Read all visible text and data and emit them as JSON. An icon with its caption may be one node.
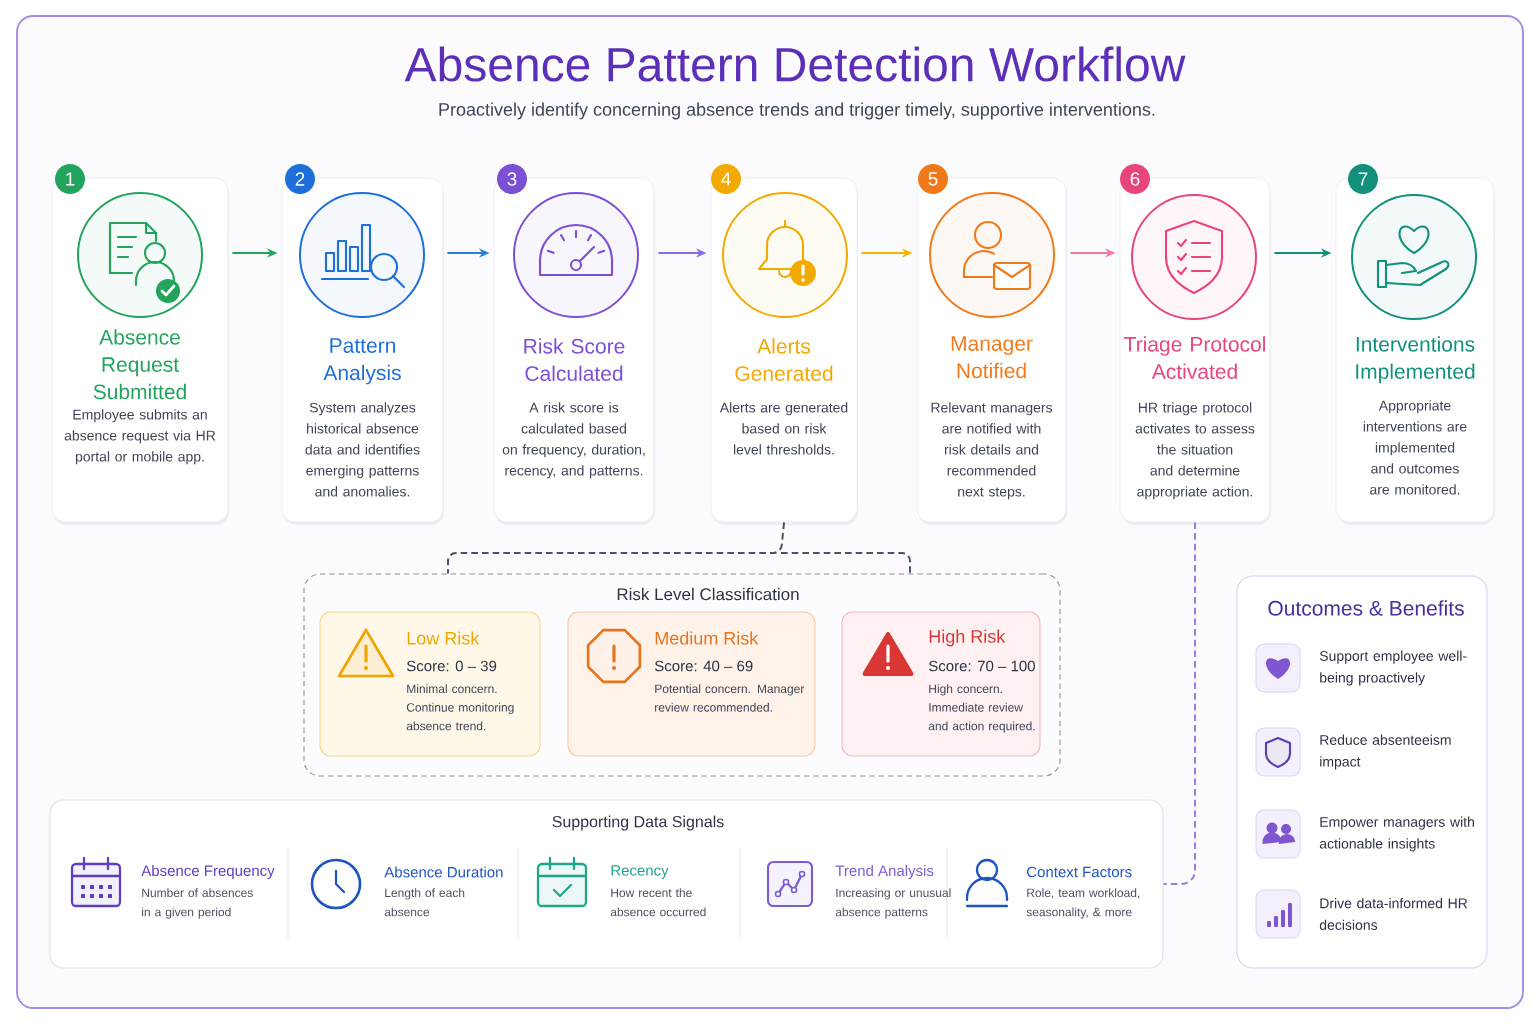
{
  "diagram": {
    "title": "Absence Pattern Detection Workflow",
    "labels": [
      "Proactively identify concerning absence trends and trigger timely, supportive interventions."
    ],
    "nodes": [
      {
        "text": [
          "1",
          "Absence Request Submitted",
          "Employee submits an absence request via HR portal or mobile app."
        ]
      },
      {
        "text": [
          "2",
          "Pattern Analysis",
          "System analyzes historical absence data and identifies emerging patterns and anomalies."
        ]
      },
      {
        "text": [
          "3",
          "Risk Score Calculated",
          "A risk score is calculated based on frequency, duration, recency, and patterns."
        ]
      },
      {
        "text": [
          "4",
          "Alerts Generated",
          "Alerts are generated based on risk level thresholds."
        ]
      },
      {
        "text": [
          "5",
          "Manager Notified",
          "Relevant managers are notified with risk details and recommended next steps."
        ]
      },
      {
        "text": [
          "6",
          "Triage Protocol Activated",
          "HR triage protocol activates to assess the situation and determine appropriate action."
        ]
      },
      {
        "text": [
          "7",
          "Interventions Implemented",
          "Appropriate interventions are implemented and outcomes are monitored."
        ]
      },
      {
        "text": [
          "Risk Level Classification"
        ]
      },
      {
        "text": [
          "Low Risk",
          "Score: 0 – 39",
          "Minimal concern. Continue monitoring absence trend."
        ],
        "in": 7
      },
      {
        "text": [
          "Medium Risk",
          "Score: 40 – 69",
          "Potential concern. Manager review recommended."
        ],
        "in": 7
      },
      {
        "text": [
          "High Risk",
          "Score: 70 – 100",
          "High concern. Immediate review and action required."
        ],
        "in": 7
      },
      {
        "text": [
          "Supporting Data Signals"
        ]
      },
      {
        "text": [
          "Absence Frequency",
          "Number of absences in a given period"
        ],
        "in": 11
      },
      {
        "text": [
          "Absence Duration",
          "Length of each absence"
        ],
        "in": 11
      },
      {
        "text": [
          "Recency",
          "How recent the absence occurred"
        ],
        "in": 11
      },
      {
        "text": [
          "Trend Analysis",
          "Increasing or unusual absence patterns"
        ],
        "in": 11
      },
      {
        "text": [
          "Context Factors",
          "Role, team workload, seasonality, & more"
        ],
        "in": 11
      },
      {
        "text": [
          "Outcomes & Benefits"
        ]
      },
      {
        "text": [
          "Support employee well-being proactively"
        ],
        "in": 17
      },
      {
        "text": [
          "Reduce absenteeism impact"
        ],
        "in": 17
      },
      {
        "text": [
          "Empower managers with actionable insights"
        ],
        "in": 17
      },
      {
        "text": [
          "Drive data-informed HR decisions"
        ],
        "in": 17
      }
    ],
    "edges": [
      {
        "from": 0,
        "to": 1,
        "arrow": "to",
        "color": "#22a45d"
      },
      {
        "from": 1,
        "to": 2,
        "arrow": "to",
        "color": "#2a7de1"
      },
      {
        "from": 2,
        "to": 3,
        "arrow": "to",
        "color": "#8a6ae8"
      },
      {
        "from": 3,
        "to": 4,
        "arrow": "to",
        "color": "#f5b400"
      },
      {
        "from": 4,
        "to": 5,
        "arrow": "to",
        "color": "#f27aa0"
      },
      {
        "from": 5,
        "to": 6,
        "arrow": "to",
        "color": "#13907c"
      },
      {
        "from": 3,
        "to": 7,
        "arrow": "none",
        "style": "dashed",
        "color": "#4a5268"
      },
      {
        "from": 5,
        "to": 11,
        "arrow": "none",
        "style": "dashed",
        "color": "#9b7fe0"
      }
    ]
  }
}
